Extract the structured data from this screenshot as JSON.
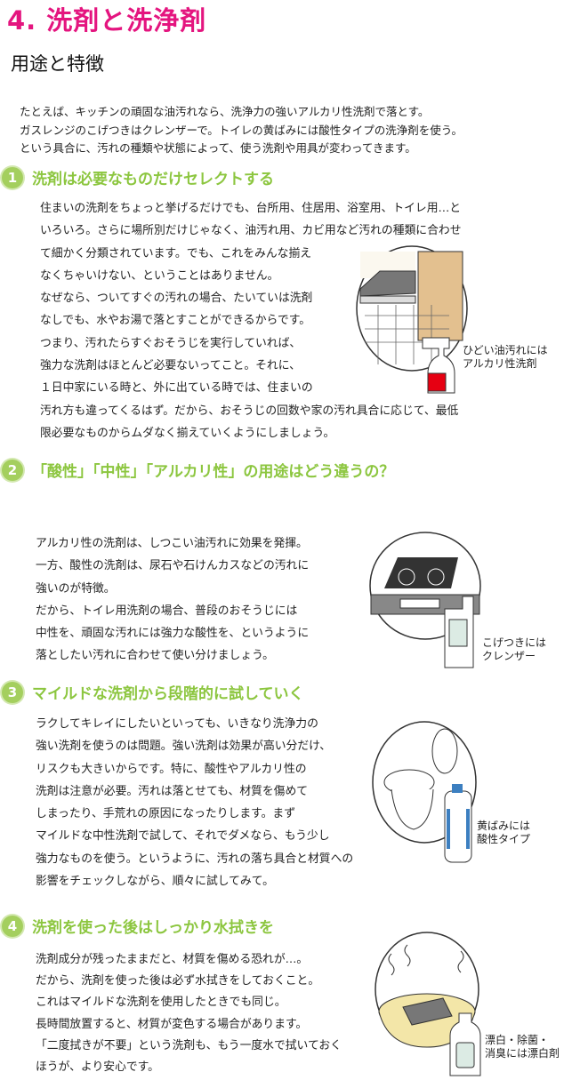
{
  "title": "4. 洗剤と洗浄剤",
  "subtitle": "用途と特徴",
  "intro": [
    "たとえば、キッチンの頑固な油汚れなら、洗浄力の強いアルカリ性洗剤で落とす。",
    "ガスレンジのこげつきはクレンザーで。トイレの黄ばみには酸性タイプの洗浄剤を使う。",
    "という具合に、汚れの種類や状態によって、使う洗剤や用具が変わってきます。"
  ],
  "sections": [
    {
      "number": "1",
      "heading": "洗剤は必要なものだけセレクトする",
      "lines": [
        "住まいの洗剤をちょっと挙げるだけでも、台所用、住居用、浴室用、トイレ用…と",
        "いろいろ。さらに場所別だけじゃなく、油汚れ用、カビ用など汚れの種類に合わせ",
        "て細かく分類されています。でも、これをみんな揃え",
        "なくちゃいけない、ということはありません。",
        "なぜなら、ついてすぐの汚れの場合、たいていは洗剤",
        "なしでも、水やお湯で落とすことができるからです。",
        "つまり、汚れたらすぐおそうじを実行していれば、",
        "強力な洗剤はほとんど必要ないってこと。それに、",
        "１日中家にいる時と、外に出ている時では、住まいの",
        "汚れ方も違ってくるはず。だから、おそうじの回数や家の汚れ具合に応じて、最低",
        "限必要なものからムダなく揃えていくようにしましょう。"
      ],
      "caption": [
        "ひどい油汚れには",
        "アルカリ性洗剤"
      ]
    },
    {
      "number": "2",
      "heading": "「酸性」「中性」「アルカリ性」の用途はどう違うの？",
      "lines": [
        "アルカリ性の洗剤は、しつこい油汚れに効果を発揮。",
        "一方、酸性の洗剤は、尿石や石けんカスなどの汚れに",
        "強いのが特徴。",
        "だから、トイレ用洗剤の場合、普段のおそうじには",
        "中性を、頑固な汚れには強力な酸性を、というように",
        "落としたい汚れに合わせて使い分けましょう。"
      ],
      "caption": [
        "こげつきには",
        "クレンザー"
      ]
    },
    {
      "number": "3",
      "heading": "マイルドな洗剤から段階的に試していく",
      "lines": [
        "ラクしてキレイにしたいといっても、いきなり洗浄力の",
        "強い洗剤を使うのは問題。強い洗剤は効果が高い分だけ、",
        "リスクも大きいからです。特に、酸性やアルカリ性の",
        "洗剤は注意が必要。汚れは落とせても、材質を傷めて",
        "しまったり、手荒れの原因になったりします。まず",
        "マイルドな中性洗剤で試して、それでダメなら、もう少し",
        "強力なものを使う。というように、汚れの落ち具合と材質への",
        "影響をチェックしながら、順々に試してみて。"
      ],
      "caption": [
        "黄ばみには",
        "酸性タイプ"
      ]
    },
    {
      "number": "4",
      "heading": "洗剤を使った後はしっかり水拭きを",
      "lines": [
        "洗剤成分が残ったままだと、材質を傷める恐れが…。",
        "だから、洗剤を使った後は必ず水拭きをしておくこと。",
        "これはマイルドな洗剤を使用したときでも同じ。",
        "長時間放置すると、材質が変色する場合があります。",
        "「二度拭きが不要」という洗剤も、もう一度水で拭いておく",
        "ほうが、より安心です。"
      ],
      "caption": [
        "漂白・除菌・",
        "消臭には漂白剤"
      ]
    }
  ],
  "colors": {
    "title": "#e4157f",
    "heading": "#8cc63f"
  }
}
